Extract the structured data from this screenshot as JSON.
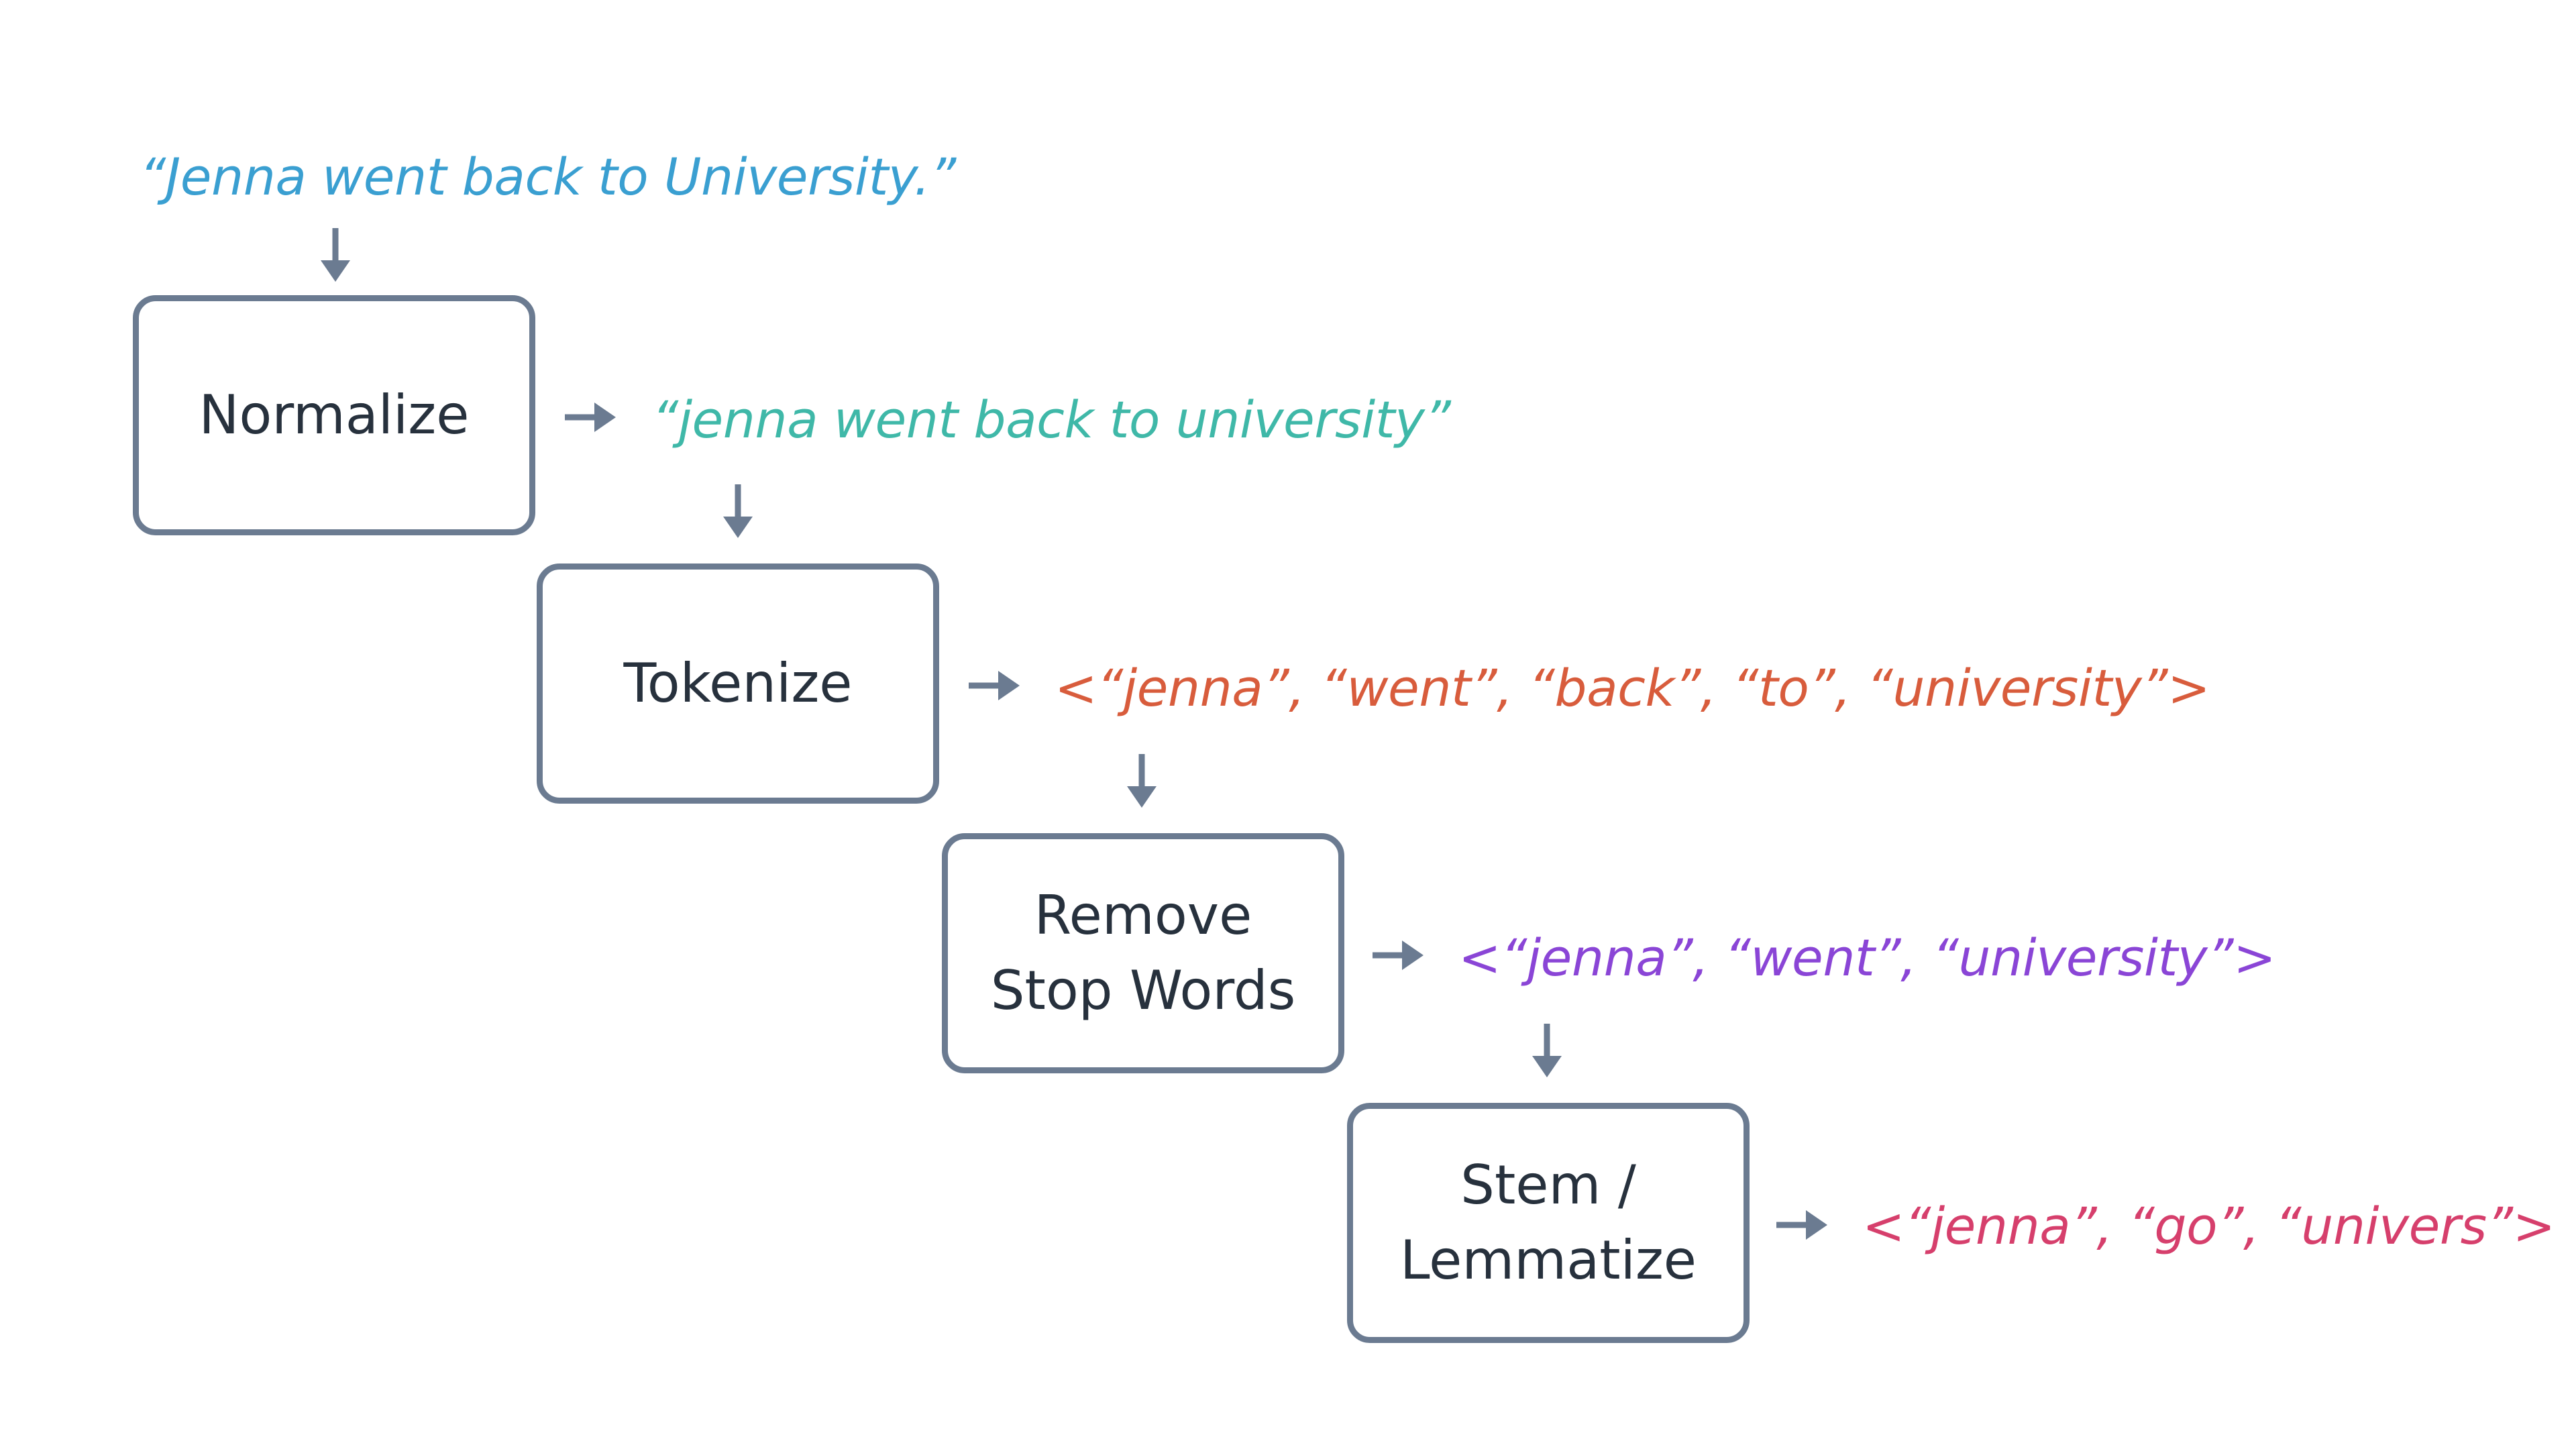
{
  "input_sentence": "“Jenna went back to University.”",
  "steps": [
    {
      "label_lines": [
        "Normalize"
      ],
      "output": "“jenna went back to university”"
    },
    {
      "label_lines": [
        "Tokenize"
      ],
      "output": "<“jenna”, “went”, “back”, “to”, “university”>"
    },
    {
      "label_lines": [
        "Remove",
        "Stop Words"
      ],
      "output": "<“jenna”, “went”, “university”>"
    },
    {
      "label_lines": [
        "Stem /",
        "Lemmatize"
      ],
      "output": "<“jenna”, “go”, “univers”>"
    }
  ],
  "colors": {
    "input": "#3a9fd1",
    "normalize_output": "#3fb8a8",
    "tokenize_output": "#d85c3c",
    "stopwords_output": "#8a45d6",
    "lemmatize_output": "#d63f6c",
    "box_border": "#6b7b91",
    "arrow": "#6b7b91",
    "box_text": "#27313d"
  }
}
